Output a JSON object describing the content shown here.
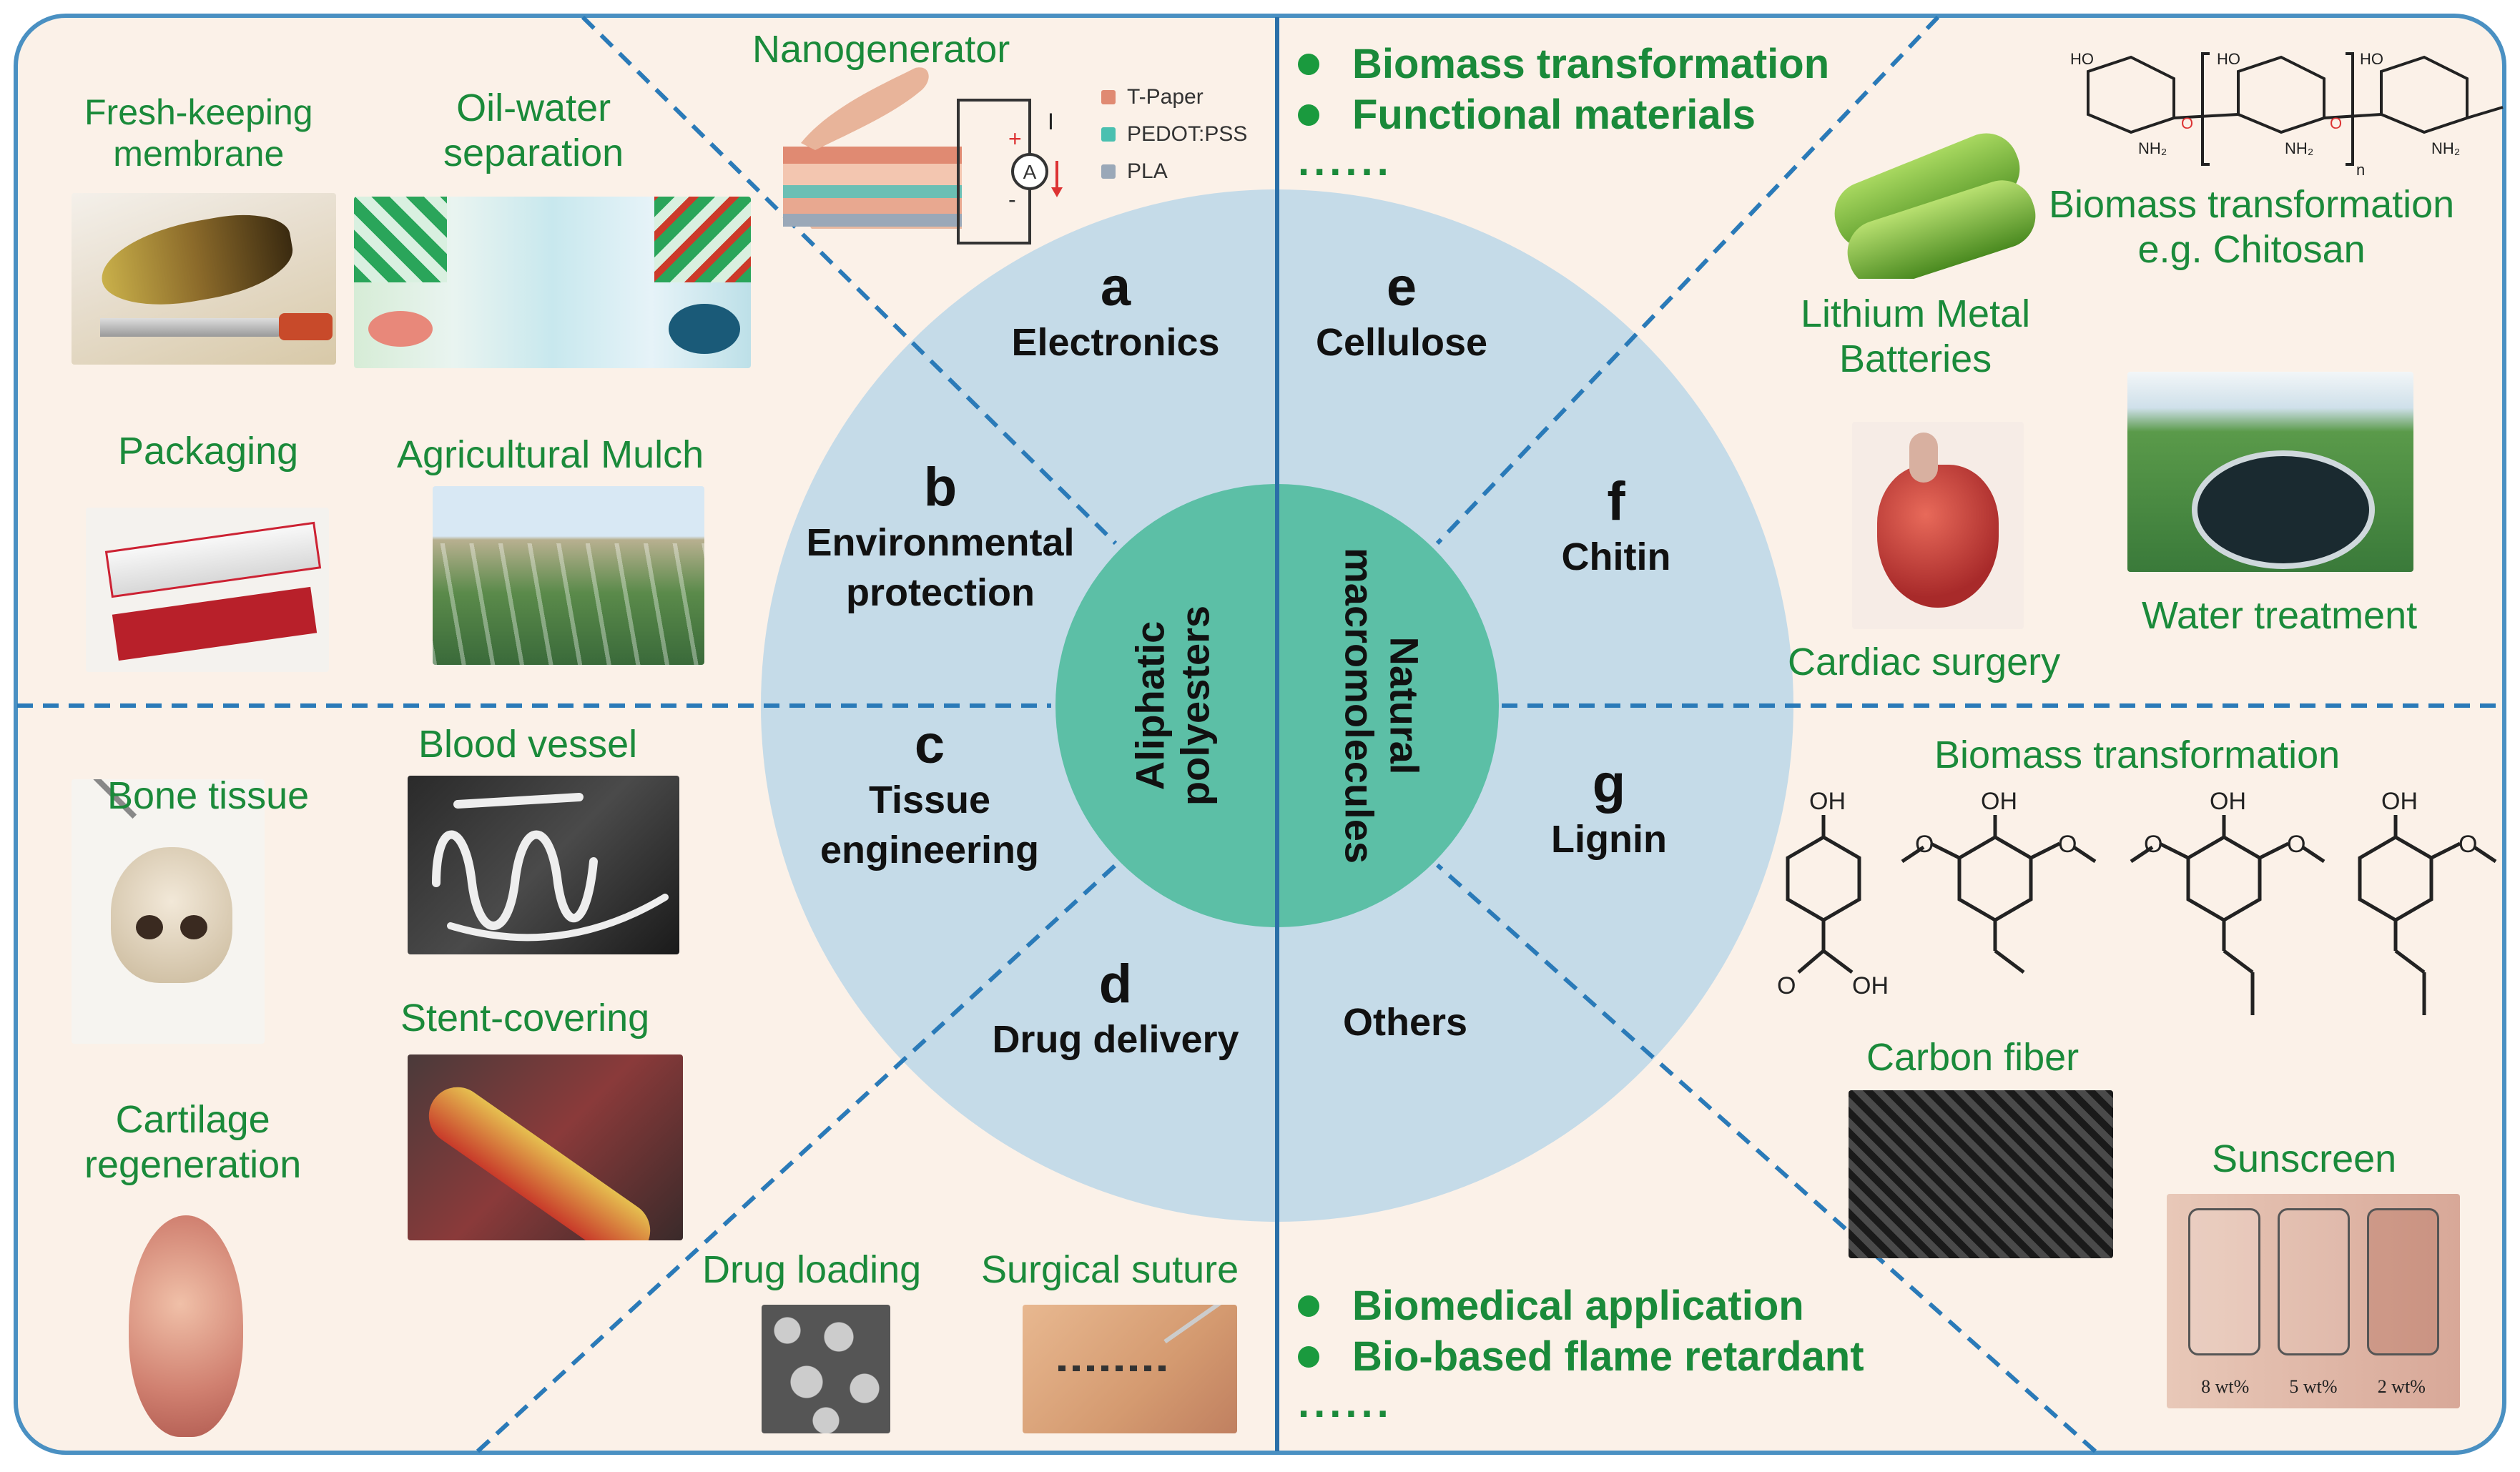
{
  "center": {
    "left": "Aliphatic polyesters",
    "left_line1": "Aliphatic",
    "left_line2": "polyesters",
    "right_line1": "Natural",
    "right_line2": "macromolecules"
  },
  "sectors": [
    {
      "letter": "a",
      "name": "Electronics"
    },
    {
      "letter": "b",
      "name_line1": "Environmental",
      "name_line2": "protection"
    },
    {
      "letter": "c",
      "name_line1": "Tissue",
      "name_line2": "engineering"
    },
    {
      "letter": "d",
      "name": "Drug delivery"
    },
    {
      "letter": "e",
      "name": "Cellulose"
    },
    {
      "letter": "f",
      "name": "Chitin"
    },
    {
      "letter": "g",
      "name": "Lignin"
    },
    {
      "name": "Others"
    }
  ],
  "top_left": {
    "nanogenerator": "Nanogenerator",
    "legend": [
      "T-Paper",
      "PEDOT:PSS",
      "PLA"
    ],
    "circuit_label": "I",
    "fresh_keeping_1": "Fresh-keeping",
    "fresh_keeping_2": "membrane",
    "oil_water_1": "Oil-water",
    "oil_water_2": "separation",
    "packaging": "Packaging",
    "mulch": "Agricultural Mulch"
  },
  "bottom_left": {
    "bone": "Bone tissue",
    "blood": "Blood vessel",
    "stent": "Stent-covering",
    "cartilage_1": "Cartilage",
    "cartilage_2": "regeneration",
    "drug_loading": "Drug loading",
    "suture": "Surgical suture"
  },
  "top_right": {
    "bullets": [
      "Biomass transformation",
      "Functional materials"
    ],
    "more": "......",
    "lithium_1": "Lithium Metal",
    "lithium_2": "Batteries",
    "biomass_1": "Biomass transformation",
    "biomass_2": "e.g. Chitosan",
    "cardiac": "Cardiac surgery",
    "water": "Water treatment"
  },
  "bottom_right": {
    "biomass": "Biomass transformation",
    "carbon": "Carbon fiber",
    "sunscreen": "Sunscreen",
    "sunscreen_labels": [
      "8 wt%",
      "5 wt%",
      "2 wt%"
    ],
    "bullets": [
      "Biomedical application",
      "Bio-based flame retardant"
    ],
    "more": "......",
    "chem_oh": "OH",
    "chem_o": "O"
  },
  "colors": {
    "panel_bg": "#fbf1e8",
    "circle": "#c5dbe8",
    "core": "#5cbfa6",
    "divider": "#2a6fa8",
    "label_green": "#1a8a3a"
  }
}
